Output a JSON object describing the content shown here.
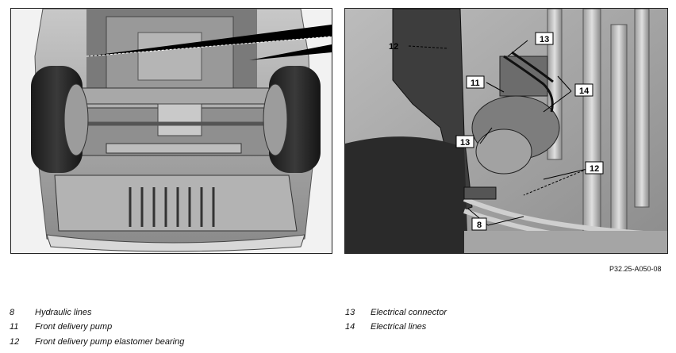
{
  "figure": {
    "reference": "P32.25-A050-08"
  },
  "callouts": {
    "c12_top": "12",
    "c13_top": "13",
    "c11": "11",
    "c14": "14",
    "c13_left": "13",
    "c12_mid": "12",
    "c8": "8"
  },
  "legend": {
    "left": [
      {
        "num": "8",
        "text": "Hydraulic lines"
      },
      {
        "num": "11",
        "text": "Front delivery pump"
      },
      {
        "num": "12",
        "text": "Front delivery pump elastomer bearing"
      }
    ],
    "right": [
      {
        "num": "13",
        "text": "Electrical connector"
      },
      {
        "num": "14",
        "text": "Electrical lines"
      }
    ]
  }
}
